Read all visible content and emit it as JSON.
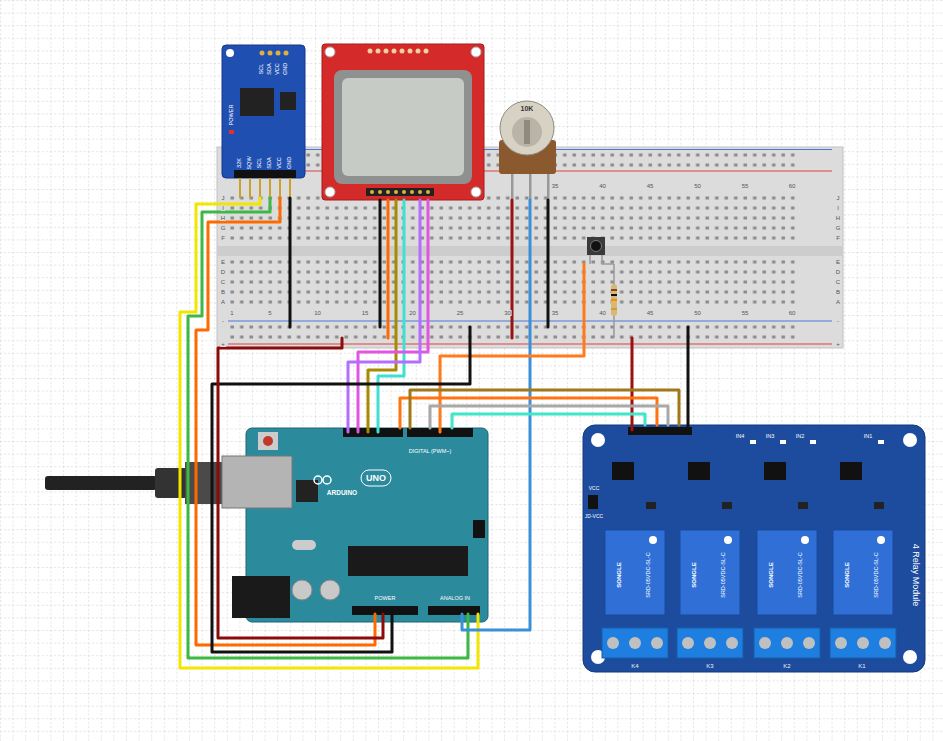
{
  "diagram": {
    "nodes": [
      {
        "text": [
          "SCL",
          "SDA",
          "VCC",
          "GND",
          "POWER",
          "32K",
          "SQW",
          "SCL",
          "SDA",
          "VCC",
          "GND"
        ]
      },
      {
        "text": [
          "10K"
        ]
      },
      {
        "text": [
          "ARDUINO",
          "UNO",
          "DIGITAL (PWM~)",
          "POWER",
          "ANALOG IN"
        ]
      },
      {
        "text": [
          "4 Relay Module",
          "VCC",
          "JD-VCC",
          "IN4",
          "IN3",
          "IN2",
          "IN1",
          "K4",
          "K3",
          "K2",
          "K1"
        ]
      },
      {
        "text": [
          "SONGLE",
          "SRD-05VDC-SL-C"
        ],
        "in": 3
      },
      {
        "text": [
          "SONGLE",
          "SRD-05VDC-SL-C"
        ],
        "in": 3
      },
      {
        "text": [
          "SONGLE",
          "SRD-05VDC-SL-C"
        ],
        "in": 3
      },
      {
        "text": [
          "SONGLE",
          "SRD-05VDC-SL-C"
        ],
        "in": 3
      }
    ],
    "edges": [
      {
        "from": 2,
        "to": 3,
        "arrow": "none"
      },
      {
        "from": 2,
        "to": 3,
        "arrow": "none"
      },
      {
        "from": 2,
        "to": 3,
        "arrow": "none"
      },
      {
        "from": 2,
        "to": 3,
        "arrow": "none"
      }
    ],
    "labels": [
      "35",
      "40",
      "45",
      "50",
      "55",
      "60",
      "1",
      "5",
      "10",
      "15",
      "20",
      "25",
      "30",
      "35",
      "40",
      "45",
      "50",
      "55",
      "60",
      "J",
      "I",
      "H",
      "G",
      "F",
      "E",
      "D",
      "C",
      "B",
      "A",
      "J",
      "I",
      "H",
      "G",
      "F",
      "E",
      "D",
      "C",
      "B",
      "A",
      "-",
      "+",
      "-",
      "+"
    ]
  }
}
